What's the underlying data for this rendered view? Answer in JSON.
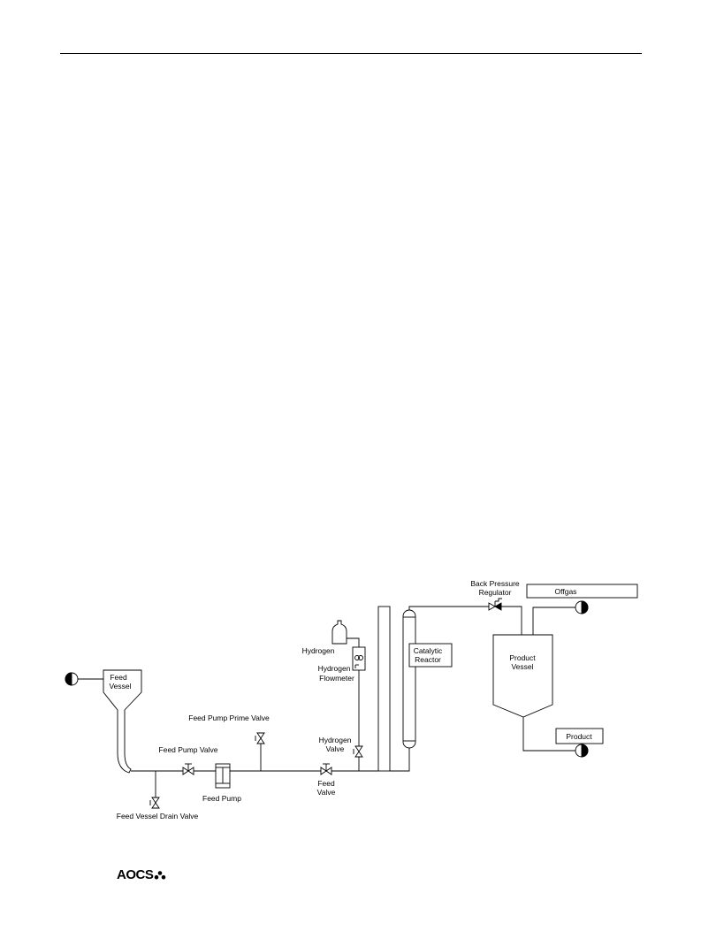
{
  "diagram": {
    "labels": {
      "feed_vessel_1": "Feed",
      "feed_vessel_2": "Vessel",
      "feed_vessel_drain_valve": "Feed Vessel Drain Valve",
      "feed_pump_valve": "Feed Pump Valve",
      "feed_pump": "Feed Pump",
      "feed_pump_prime_valve": "Feed Pump Prime Valve",
      "feed_valve_1": "Feed",
      "feed_valve_2": "Valve",
      "hydrogen": "Hydrogen",
      "hydrogen_flowmeter_1": "Hydrogen",
      "hydrogen_flowmeter_2": "Flowmeter",
      "hydrogen_valve_1": "Hydrogen",
      "hydrogen_valve_2": "Valve",
      "catalytic_reactor_1": "Catalytic",
      "catalytic_reactor_2": "Reactor",
      "back_pressure_regulator_1": "Back Pressure",
      "back_pressure_regulator_2": "Regulator",
      "offgas": "Offgas",
      "product_vessel_1": "Product",
      "product_vessel_2": "Vessel",
      "product": "Product"
    }
  },
  "footer": {
    "logo_text": "AOCS"
  }
}
